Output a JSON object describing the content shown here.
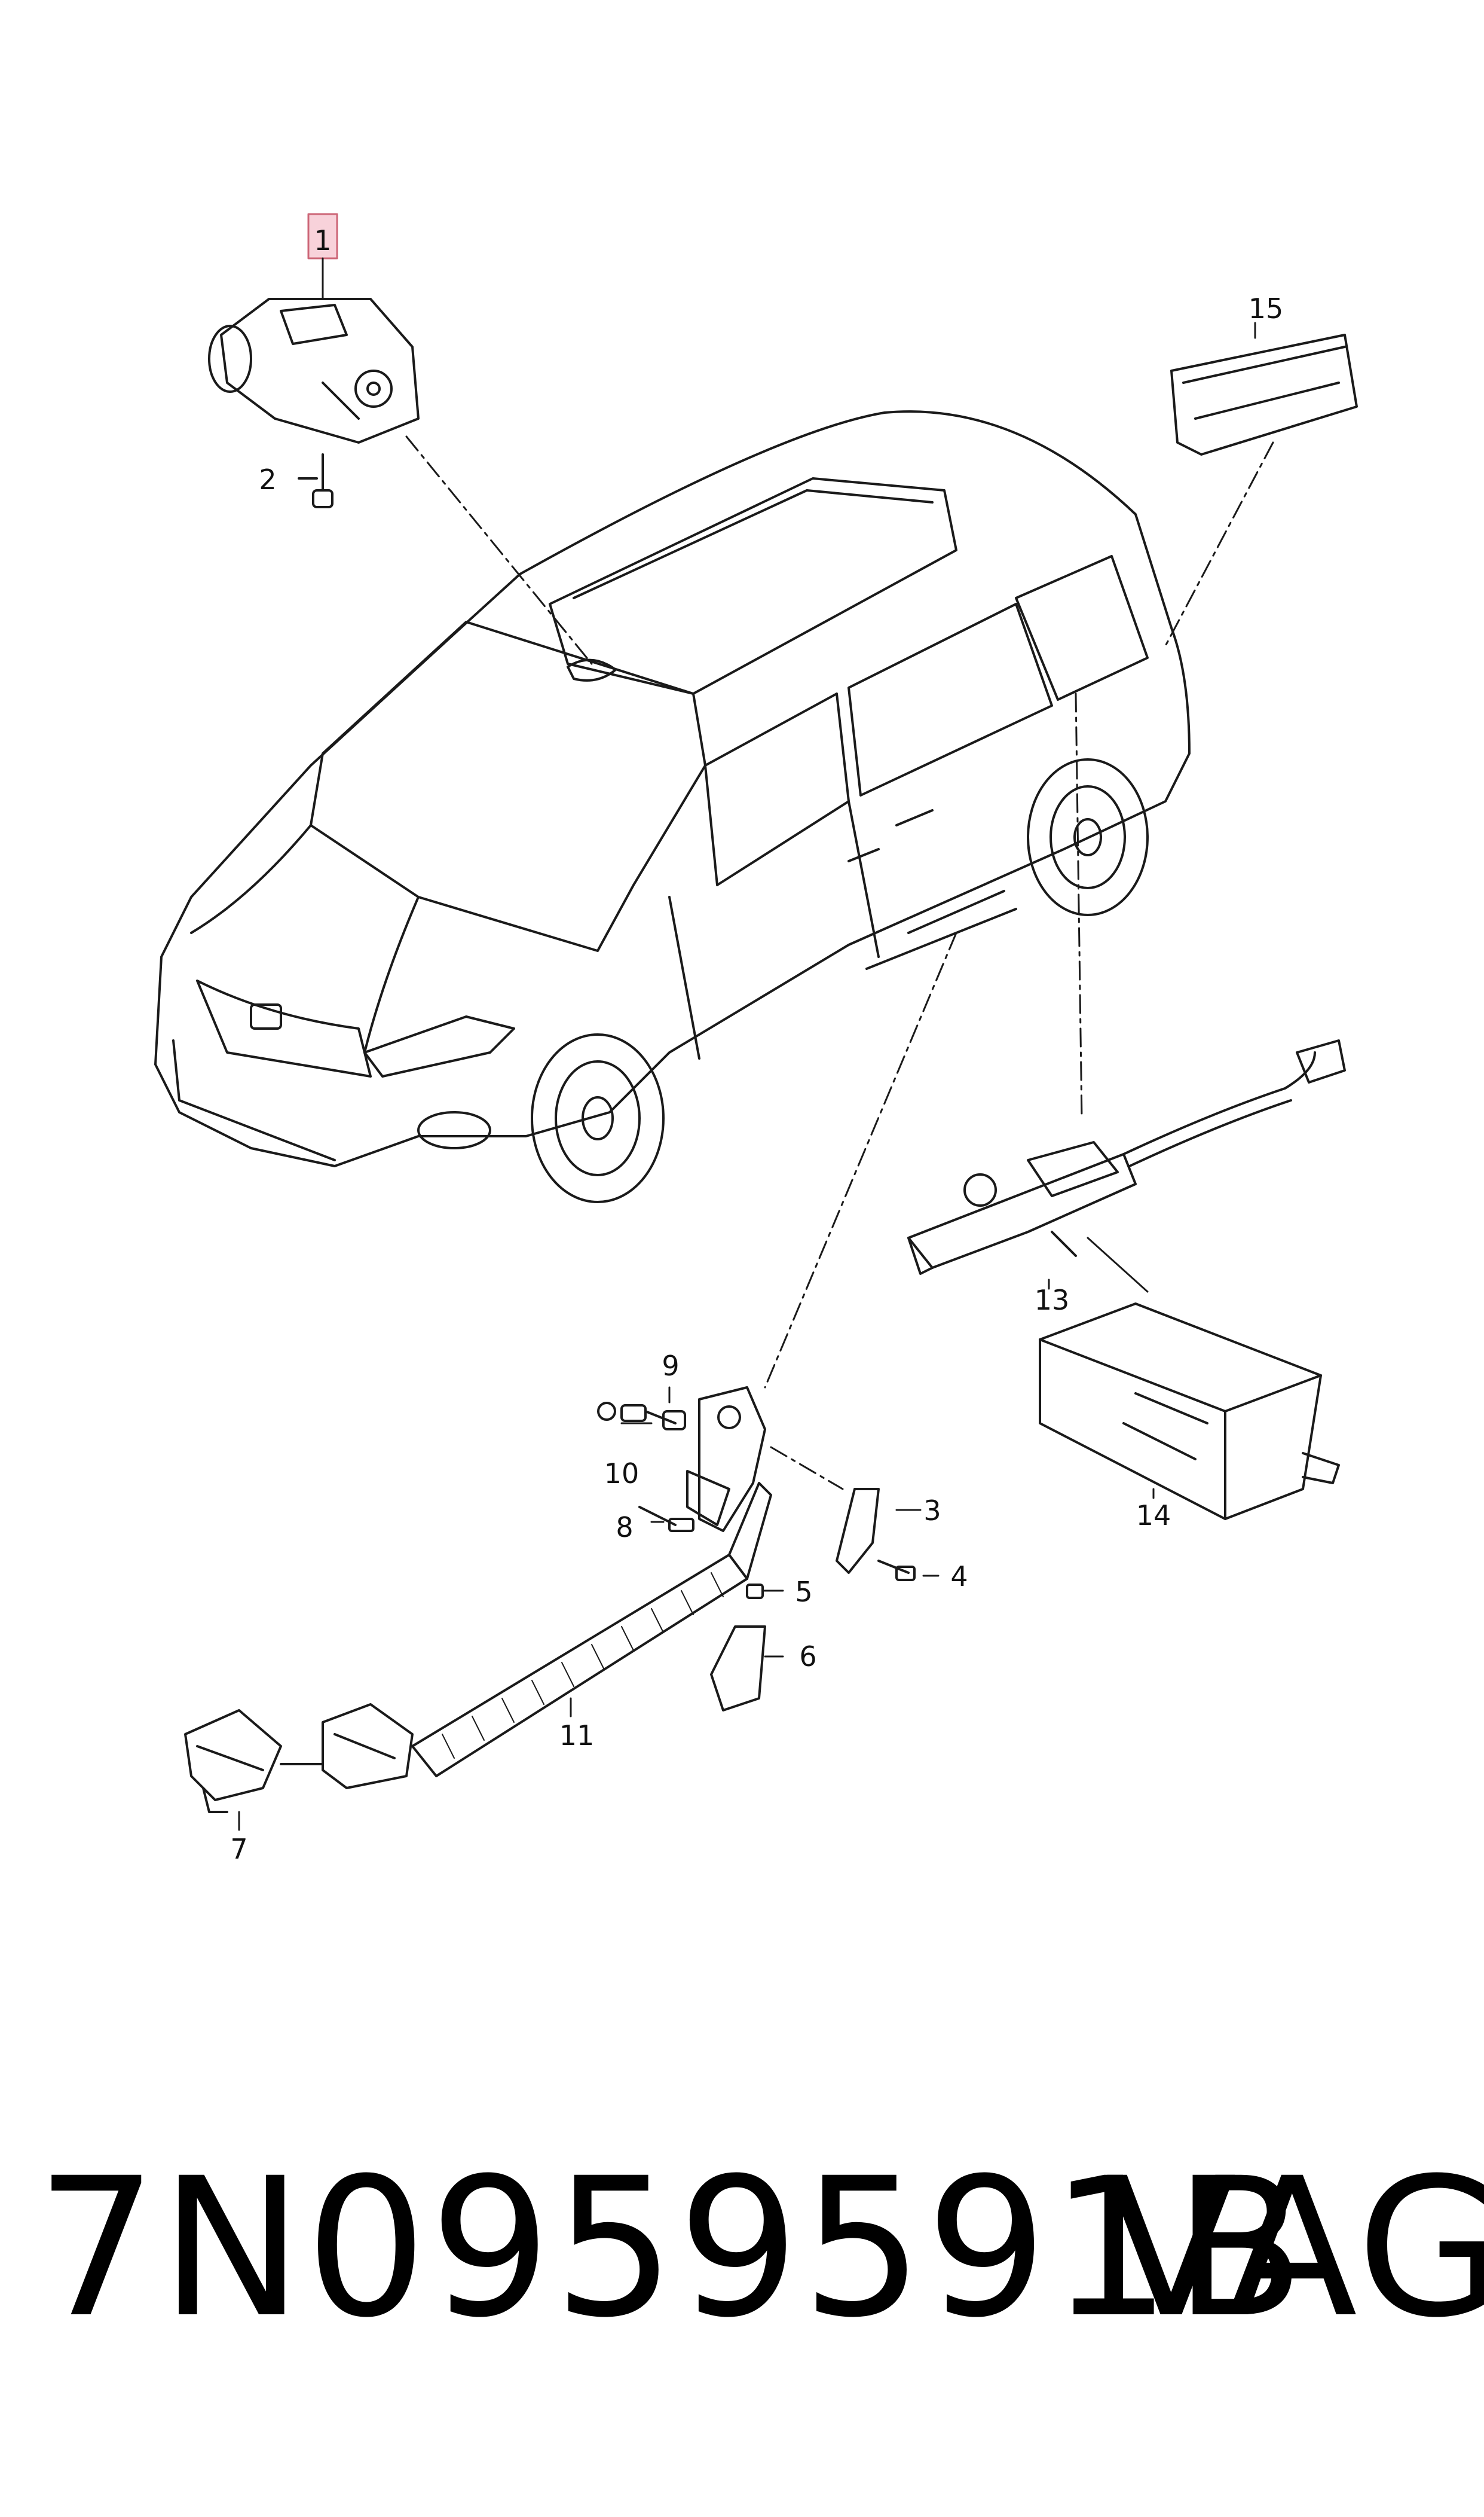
{
  "diagram": {
    "callouts": {
      "c1": "1",
      "c2": "2",
      "c3": "3",
      "c4": "4",
      "c5": "5",
      "c6": "6",
      "c7": "7",
      "c8": "8",
      "c9": "9",
      "c10": "10",
      "c11": "11",
      "c13": "13",
      "c14": "14",
      "c15": "15"
    },
    "highlight_color": "#f4b8c4"
  },
  "footer": {
    "part_number": "7N0959591B",
    "brand": "VAG"
  }
}
